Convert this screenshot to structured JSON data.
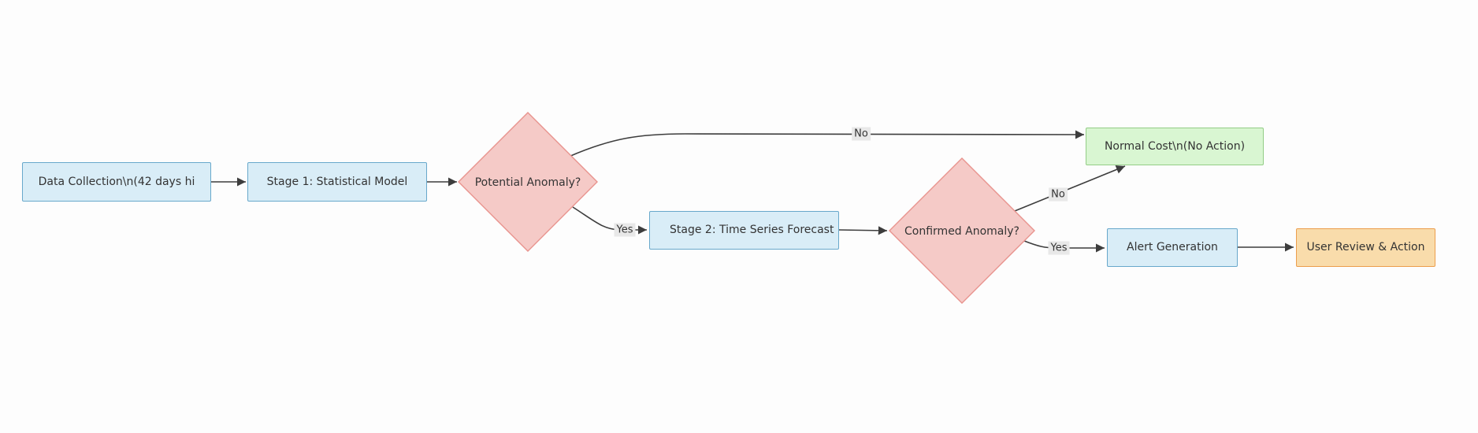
{
  "diagram": {
    "type": "flowchart-left-to-right",
    "nodes": {
      "data_collection": {
        "label": "Data Collection\\n(42 days hi"
      },
      "stage1": {
        "label": "Stage 1: Statistical Model"
      },
      "potential_anomaly": {
        "label": "Potential Anomaly?"
      },
      "stage2": {
        "label": "Stage 2: Time Series Forecast"
      },
      "confirmed_anomaly": {
        "label": "Confirmed Anomaly?"
      },
      "normal_cost": {
        "label": "Normal Cost\\n(No Action)"
      },
      "alert_generation": {
        "label": "Alert Generation"
      },
      "user_review": {
        "label": "User Review & Action"
      }
    },
    "edge_labels": {
      "potential_no": "No",
      "potential_yes": "Yes",
      "confirmed_no": "No",
      "confirmed_yes": "Yes"
    },
    "colors": {
      "process_fill": "#d9edf7",
      "process_stroke": "#68a8cb",
      "decision_fill": "#f5cac7",
      "decision_stroke": "#e8938e",
      "success_fill": "#d9f6d2",
      "success_stroke": "#93cd86",
      "action_fill": "#f9dcab",
      "action_stroke": "#ec9e4d",
      "edge_stroke": "#3d3d3d",
      "edge_label_bg": "#e8e8e8",
      "text": "#333333",
      "bg": "#fdfdfd"
    }
  }
}
